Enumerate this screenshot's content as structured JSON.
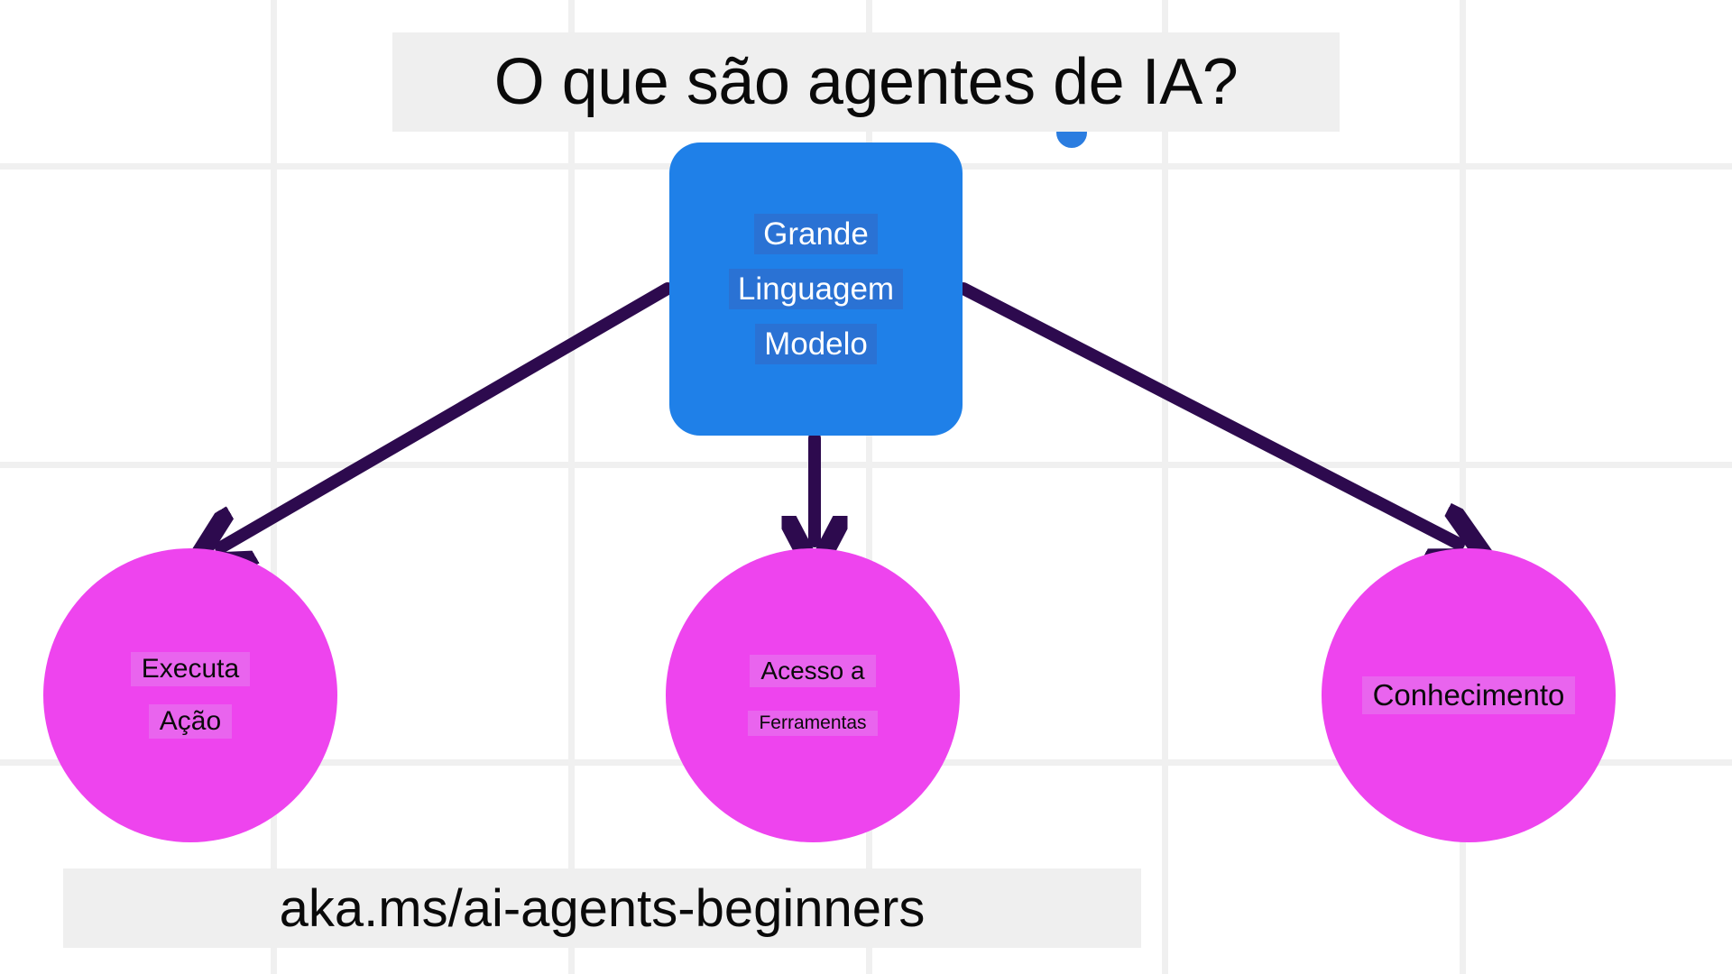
{
  "title": {
    "text": "O que são agentes de IA?"
  },
  "footer": {
    "link_text": "aka.ms/ai-agents-beginners"
  },
  "nodes": {
    "llm": {
      "label_lines": [
        "Grande",
        "Linguagem",
        "Modelo"
      ],
      "color": "#1f80e8",
      "text_color": "#ffffff",
      "highlight_color": "#2a72d4"
    },
    "action": {
      "label_lines": [
        "Executa",
        "Ação"
      ],
      "color": "#ee44ee",
      "text_color": "#0a0a0a",
      "highlight_color": "#e964ee"
    },
    "tools": {
      "label_lines": [
        "Acesso a",
        "Ferramentas"
      ],
      "color": "#ee44ee",
      "text_color": "#0a0a0a",
      "highlight_color": "#e964ee"
    },
    "knowledge": {
      "label_lines": [
        "Conhecimento"
      ],
      "color": "#ee44ee",
      "text_color": "#0a0a0a",
      "highlight_color": "#e964ee"
    }
  },
  "connectors": [
    {
      "name": "llm-to-action",
      "from": "llm",
      "to": "action",
      "color": "#2d0a4e"
    },
    {
      "name": "llm-to-tools",
      "from": "llm",
      "to": "tools",
      "color": "#2d0a4e"
    },
    {
      "name": "llm-to-knowledge",
      "from": "llm",
      "to": "knowledge",
      "color": "#2d0a4e"
    }
  ],
  "canvas": {
    "background": "#ffffff",
    "grid_color": "#f0f0f0",
    "band_color": "#efefef"
  }
}
